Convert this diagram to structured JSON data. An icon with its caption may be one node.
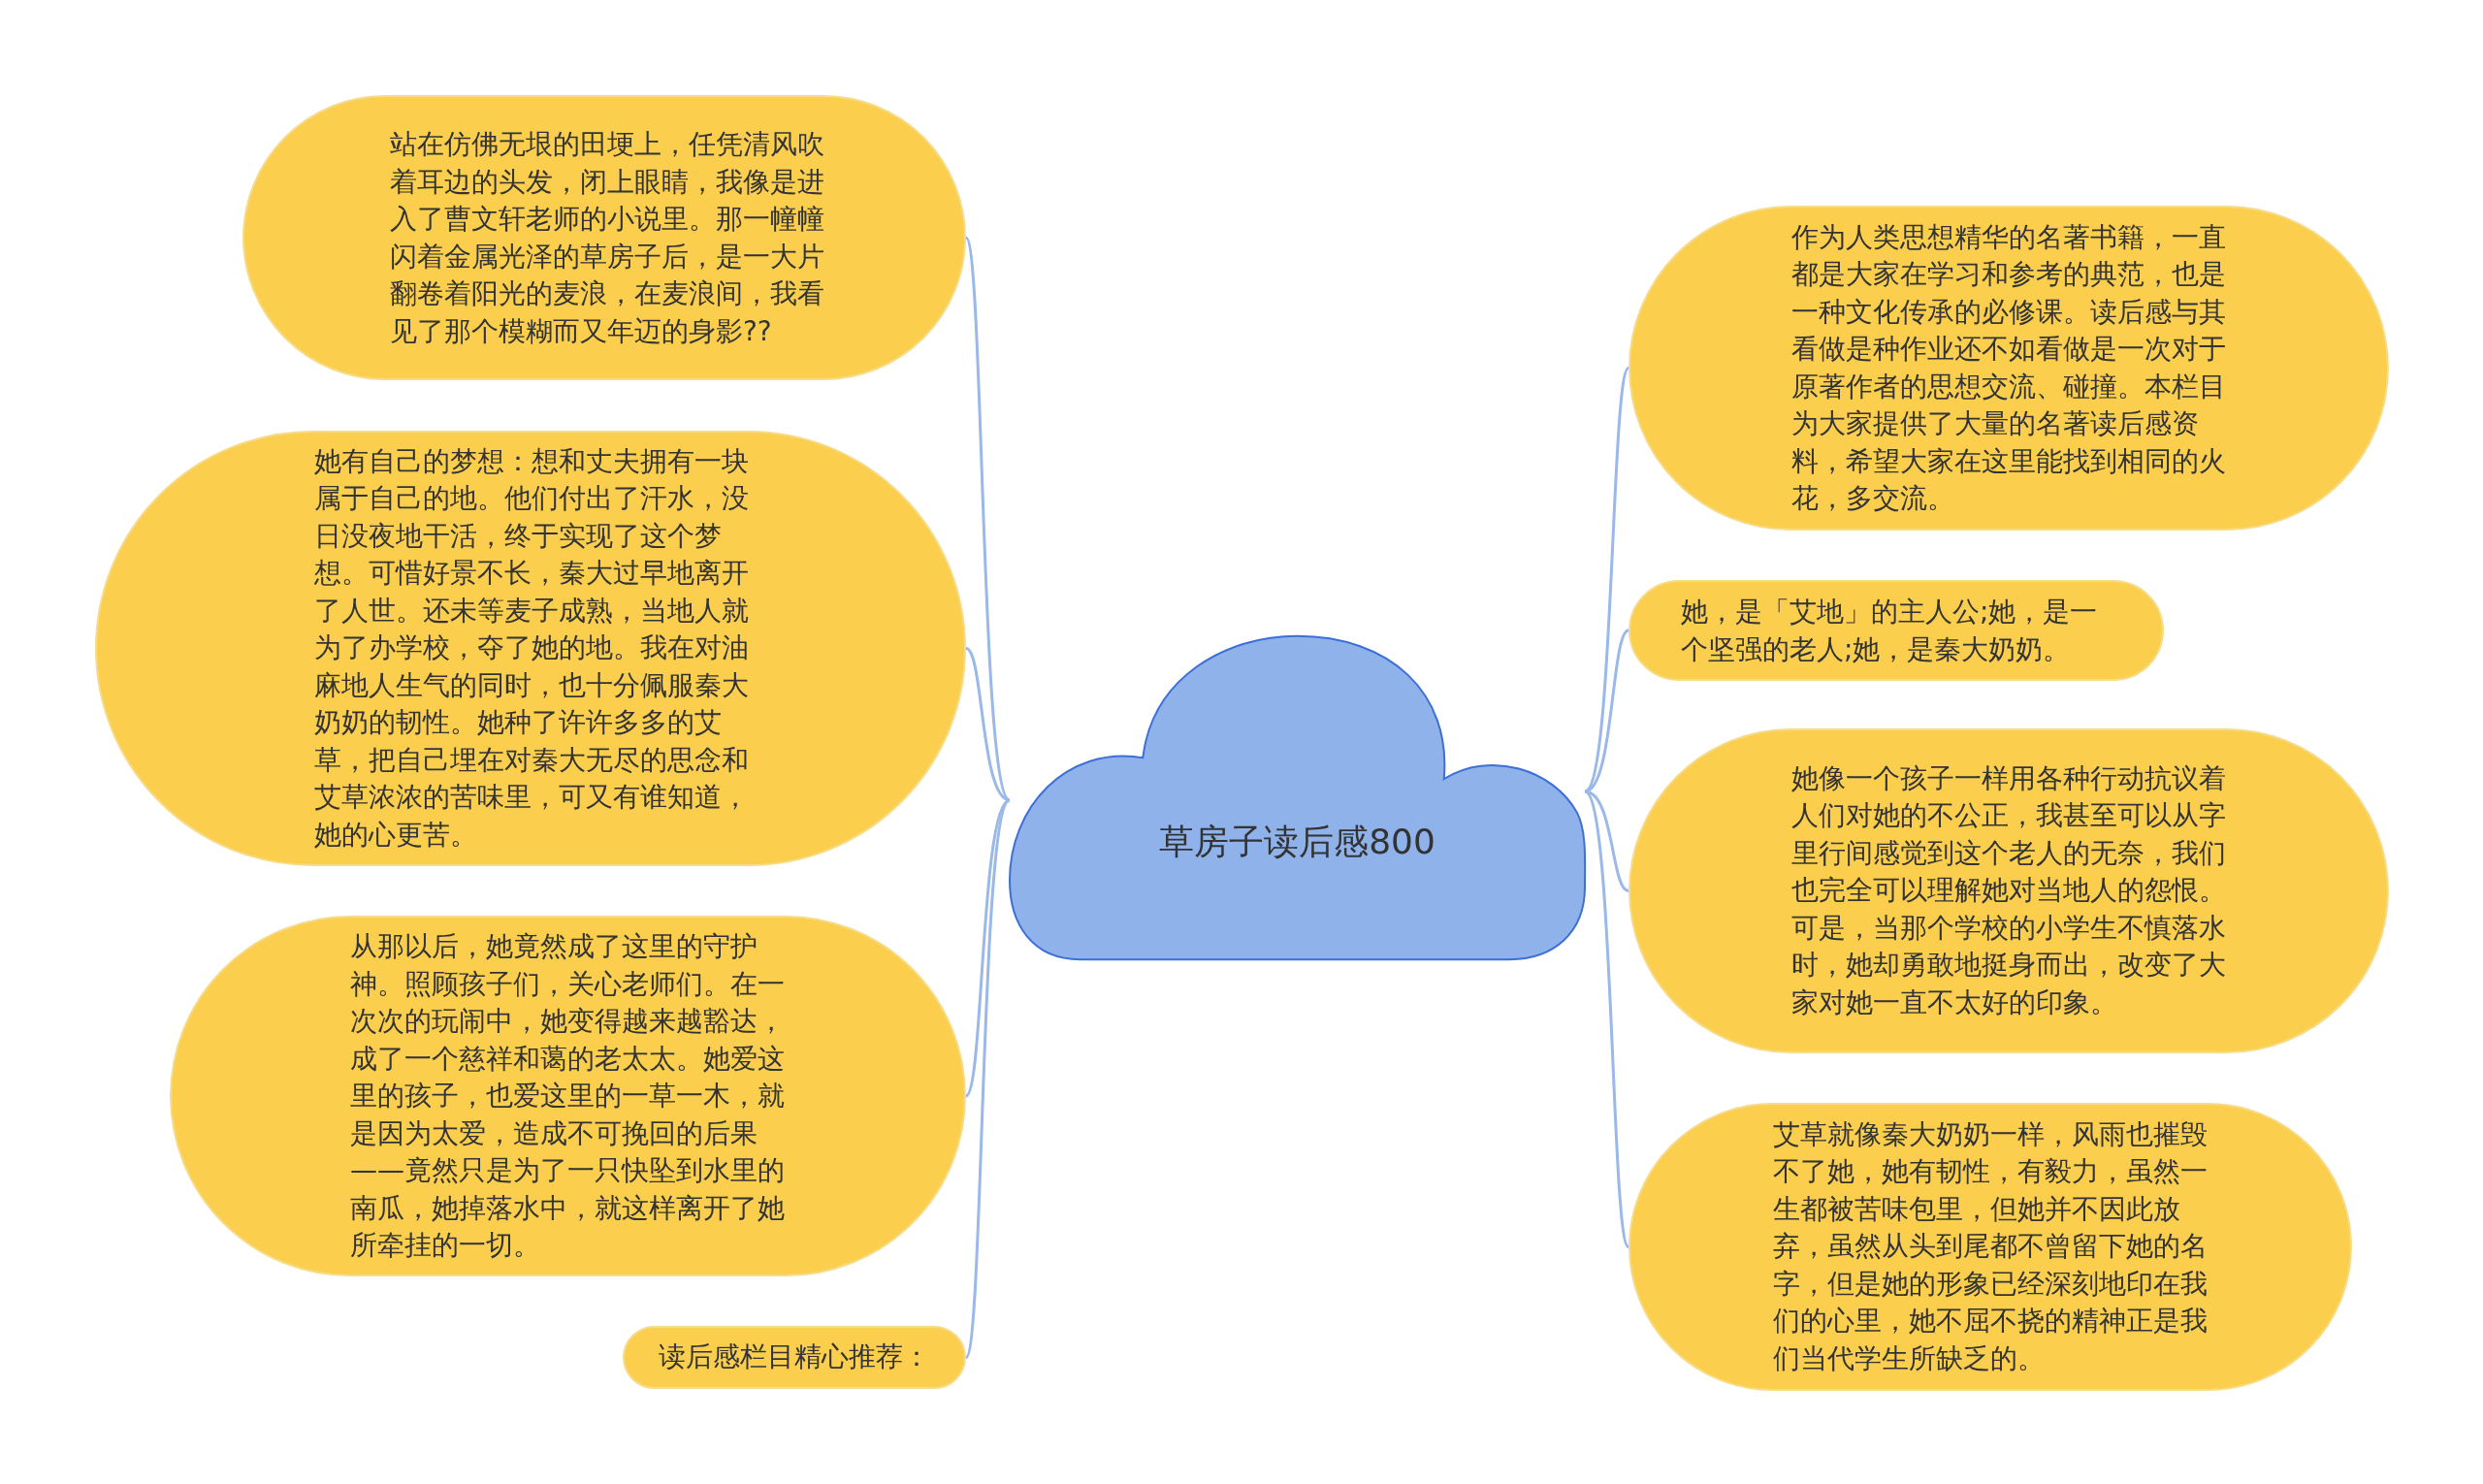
{
  "diagram": {
    "nodes": [
      {
        "text": [
          "草房子读后感800"
        ]
      },
      {
        "text": [
          "站在仿佛无垠的田埂上，任凭清风吹着耳边的头发，闭上眼睛，我像是进入了曹文轩老师的小说里。那一幢幢闪着金属光泽的草房子后，是一大片翻卷着阳光的麦浪，在麦浪间，我看见了那个模糊而又年迈的身影??"
        ]
      },
      {
        "text": [
          "她有自己的梦想：想和丈夫拥有一块属于自己的地。他们付出了汗水，没日没夜地干活，终于实现了这个梦想。可惜好景不长，秦大过早地离开了人世。还未等麦子成熟，当地人就为了办学校，夺了她的地。我在对油麻地人生气的同时，也十分佩服秦大奶奶的韧性。她种了许许多多的艾草，把自己埋在对秦大无尽的思念和艾草浓浓的苦味里，可又有谁知道，她的心更苦。"
        ]
      },
      {
        "text": [
          "从那以后，她竟然成了这里的守护神。照顾孩子们，关心老师们。在一次次的玩闹中，她变得越来越豁达，成了一个慈祥和蔼的老太太。她爱这里的孩子，也爱这里的一草一木，就是因为太爱，造成不可挽回的后果——竟然只是为了一只快坠到水里的南瓜，她掉落水中，就这样离开了她所牵挂的一切。"
        ]
      },
      {
        "text": [
          "读后感栏目精心推荐："
        ]
      },
      {
        "text": [
          "作为人类思想精华的名著书籍，一直都是大家在学习和参考的典范，也是一种文化传承的必修课。读后感与其看做是种作业还不如看做是一次对于原著作者的思想交流、碰撞。本栏目为大家提供了大量的名著读后感资料，希望大家在这里能找到相同的火花，多交流。"
        ]
      },
      {
        "text": [
          "她，是「艾地」的主人公;她，是一个坚强的老人;她，是秦大奶奶。"
        ]
      },
      {
        "text": [
          "她像一个孩子一样用各种行动抗议着人们对她的不公正，我甚至可以从字里行间感觉到这个老人的无奈，我们也完全可以理解她对当地人的怨恨。可是，当那个学校的小学生不慎落水时，她却勇敢地挺身而出，改变了大家对她一直不太好的印象。"
        ]
      },
      {
        "text": [
          "艾草就像秦大奶奶一样，风雨也摧毁不了她，她有韧性，有毅力，虽然一生都被苦味包里，但她并不因此放弃，虽然从头到尾都不曾留下她的名字，但是她的形象已经深刻地印在我们的心里，她不屈不挠的精神正是我们当代学生所缺乏的。"
        ]
      }
    ],
    "edges": [
      {
        "from": 0,
        "to": 1,
        "arrow": "none"
      },
      {
        "from": 0,
        "to": 2,
        "arrow": "none"
      },
      {
        "from": 0,
        "to": 3,
        "arrow": "none"
      },
      {
        "from": 0,
        "to": 4,
        "arrow": "none"
      },
      {
        "from": 0,
        "to": 5,
        "arrow": "none"
      },
      {
        "from": 0,
        "to": 6,
        "arrow": "none"
      },
      {
        "from": 0,
        "to": 7,
        "arrow": "none"
      },
      {
        "from": 0,
        "to": 8,
        "arrow": "none"
      }
    ]
  }
}
